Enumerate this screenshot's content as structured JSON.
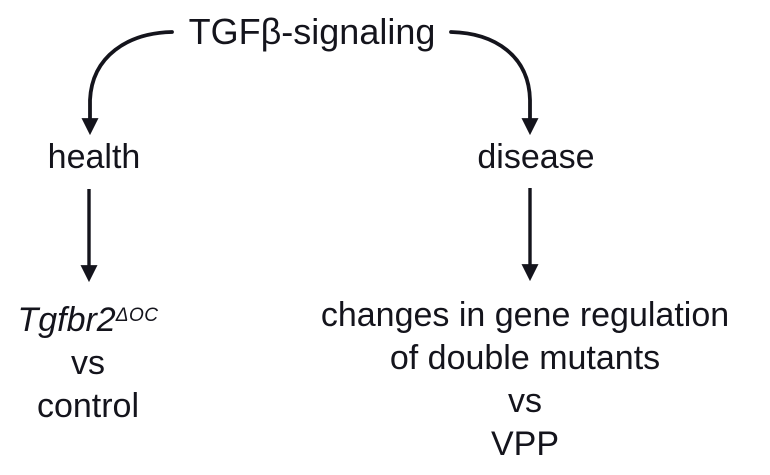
{
  "title": {
    "label": "TGFβ-signaling"
  },
  "branches": {
    "left": {
      "node_label": "health",
      "comparison": {
        "gene_base": "Tgfbr2",
        "gene_sup": "ΔOC",
        "separator": "vs",
        "reference": "control"
      }
    },
    "right": {
      "node_label": "disease",
      "comparison": {
        "line1": "changes in gene regulation",
        "line2": "of double mutants",
        "separator": "vs",
        "reference": "VPP"
      }
    }
  },
  "edges": [
    {
      "from": "TGFβ-signaling",
      "to": "health",
      "style": "curved"
    },
    {
      "from": "TGFβ-signaling",
      "to": "disease",
      "style": "curved"
    },
    {
      "from": "health",
      "to": "Tgfbr2ΔOC vs control",
      "style": "straight"
    },
    {
      "from": "disease",
      "to": "changes in gene regulation of double mutants vs VPP",
      "style": "straight"
    }
  ],
  "colors": {
    "ink": "#14141c",
    "background": "#ffffff"
  }
}
